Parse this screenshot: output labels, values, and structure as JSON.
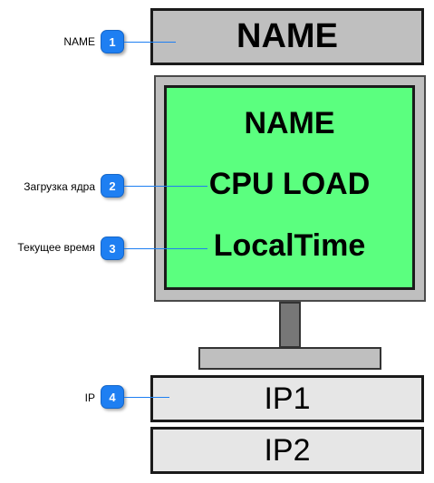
{
  "device": {
    "name_label": "NAME",
    "screen": {
      "name": "NAME",
      "cpu_load": "CPU LOAD",
      "local_time": "LocalTime"
    },
    "ip1": "IP1",
    "ip2": "IP2"
  },
  "callouts": [
    {
      "number": "1",
      "label": "NAME"
    },
    {
      "number": "2",
      "label": "Загрузка ядра"
    },
    {
      "number": "3",
      "label": "Текущее время"
    },
    {
      "number": "4",
      "label": "IP"
    }
  ],
  "colors": {
    "badge": "#1e7ff2",
    "screen": "#5bff7f",
    "header_box": "#bfbfbf",
    "ip_box": "#e6e6e6"
  }
}
